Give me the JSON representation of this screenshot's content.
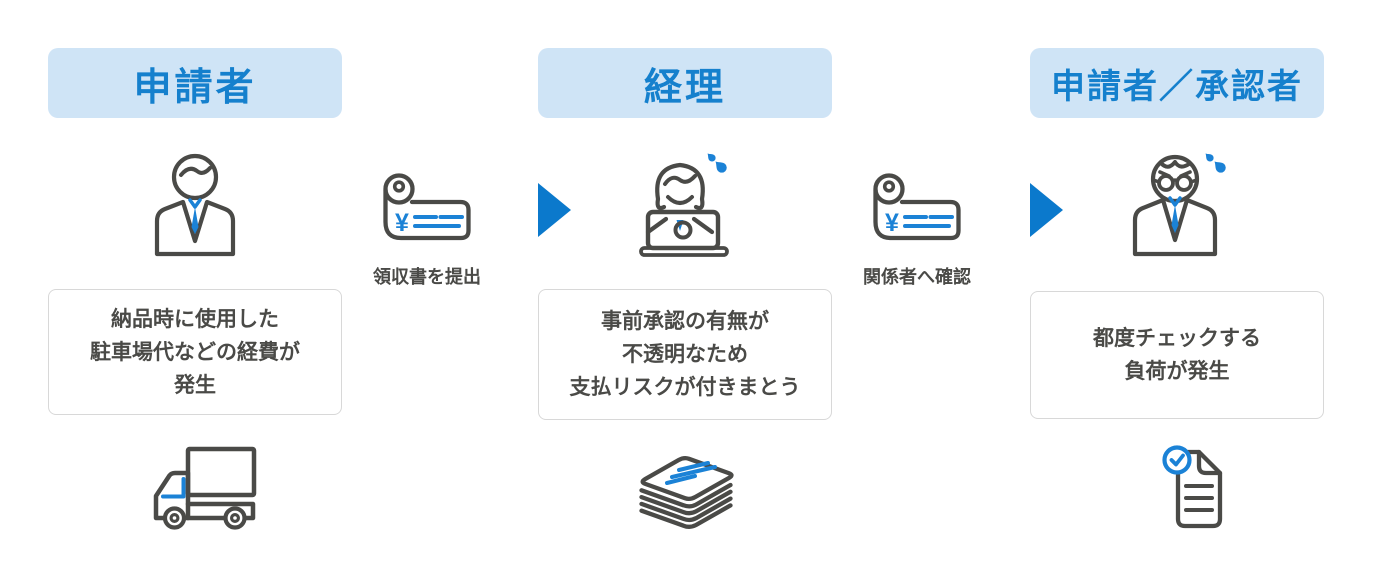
{
  "diagram": {
    "title_hidden": "",
    "background": "#ffffff"
  },
  "colors": {
    "header_bg": "#cfe4f6",
    "header_text": "#1580cd",
    "arrow_blue": "#0b79cc",
    "icon_dark": "#4a4a47",
    "icon_blue": "#1b82d6",
    "note_border": "#d8d8d8",
    "note_text": "#4a4a47"
  },
  "columns": [
    {
      "id": "applicant",
      "header": "申請者",
      "person_icon": "businessman-icon",
      "note": {
        "lines": [
          "納品時に使用した",
          "駐車場代などの経費が",
          "発生"
        ]
      },
      "bottom_icon": "delivery-truck-icon"
    },
    {
      "id": "accounting",
      "header": "経理",
      "person_icon": "woman-at-laptop-icon",
      "note": {
        "lines": [
          "事前承認の有無が",
          "不透明なため",
          "支払リスクが付きまとう"
        ]
      },
      "bottom_icon": "paper-stack-icon"
    },
    {
      "id": "applicant-approver",
      "header": "申請者／承認者",
      "person_icon": "man-with-glasses-icon",
      "note": {
        "lines": [
          "都度チェックする",
          "負荷が発生"
        ]
      },
      "bottom_icon": "document-check-icon"
    }
  ],
  "transitions": [
    {
      "icon": "receipt-icon",
      "label": "領収書を提出"
    },
    {
      "icon": "receipt-icon",
      "label": "関係者へ確認"
    }
  ],
  "receipt": {
    "currency": "¥"
  }
}
